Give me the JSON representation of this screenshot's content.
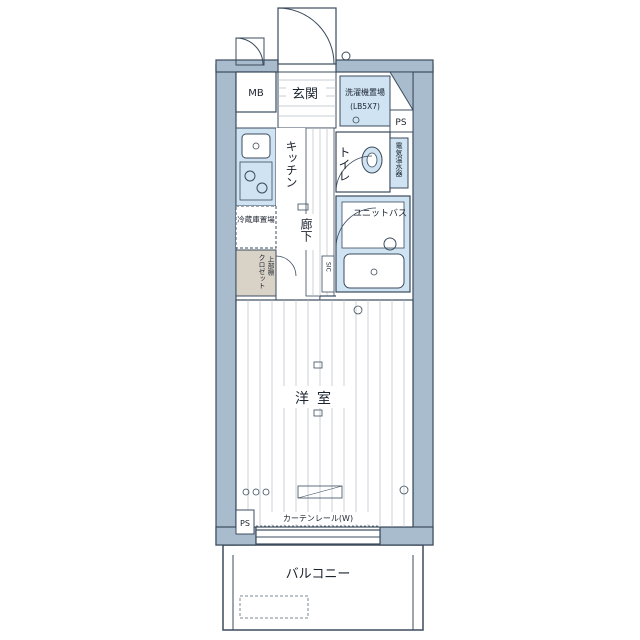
{
  "labels": {
    "mb": "MB",
    "entrance": "玄関",
    "washer_space": "洗濯機置場",
    "washer_dim": "(LB5X7)",
    "ps_top": "PS",
    "kitchen": "キッチン",
    "toilet": "トイレ",
    "heater": "電気温水器",
    "fridge": "冷蔵庫置場",
    "corridor": "廊下",
    "unit_bath": "ユニットバス",
    "closet": "クロゼット",
    "closet_shelf": "上部棚",
    "shoe_box": "SIC",
    "western_room": "洋室",
    "curtain_rail": "カーテンレール(W)",
    "ps_bottom": "PS",
    "balcony": "バルコニー"
  },
  "colors": {
    "wall": "#a9bccd",
    "wall_stroke": "#3b4b5c",
    "fixture_fill": "#cfe3f2",
    "floor_line": "#b7bfc8",
    "closet_fill": "#d9d3c7"
  }
}
